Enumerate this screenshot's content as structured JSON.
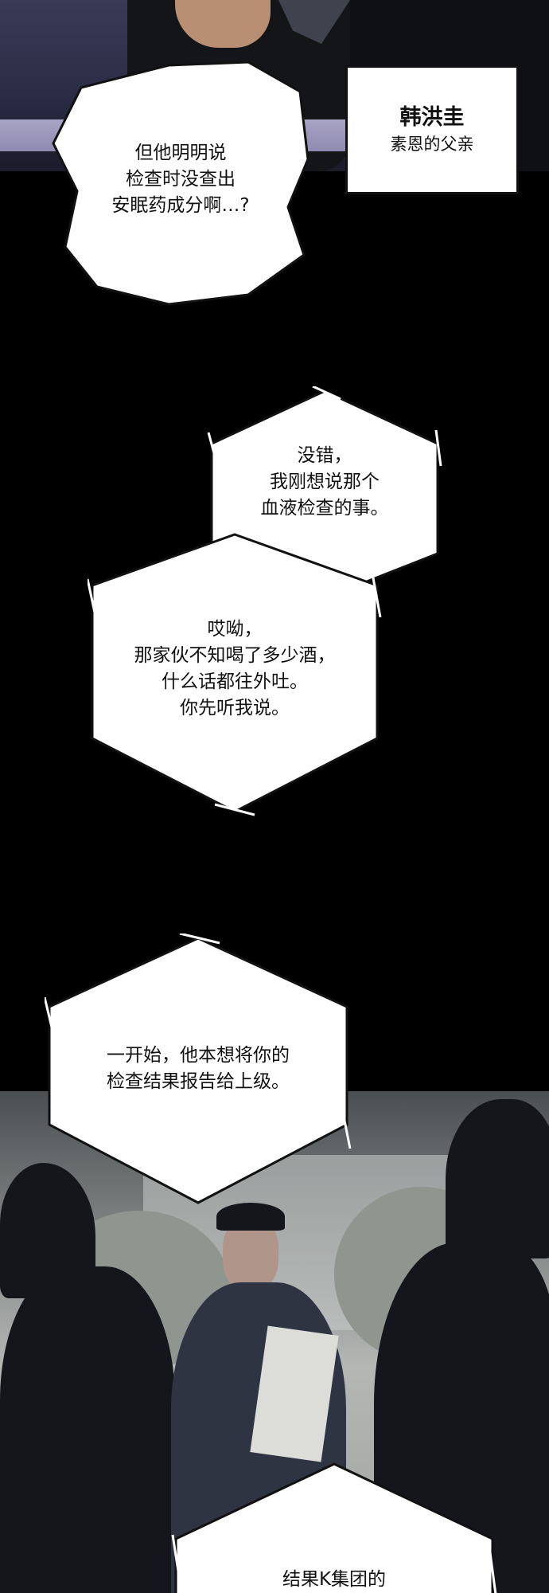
{
  "panels": {
    "top": {
      "description": ""
    },
    "bottom": {
      "description": ""
    }
  },
  "caption": {
    "name": "韩洪圭",
    "role": "素恩的父亲"
  },
  "dialogue": [
    {
      "id": "bubble-1",
      "text": "但他明明说\n检查时没查出\n安眠药成分啊…?"
    },
    {
      "id": "bubble-2",
      "text": "没错，\n我刚想说那个\n血液检查的事。"
    },
    {
      "id": "bubble-3",
      "text": "哎呦，\n那家伙不知喝了多少酒，\n什么话都往外吐。\n你先听我说。"
    },
    {
      "id": "bubble-4",
      "text": "一开始，他本想将你的\n检查结果报告给上级。"
    },
    {
      "id": "bubble-5",
      "text": "结果K集团的"
    }
  ],
  "colors": {
    "background": "#000000",
    "balloon_fill": "#ffffff",
    "balloon_stroke": "#111111"
  }
}
